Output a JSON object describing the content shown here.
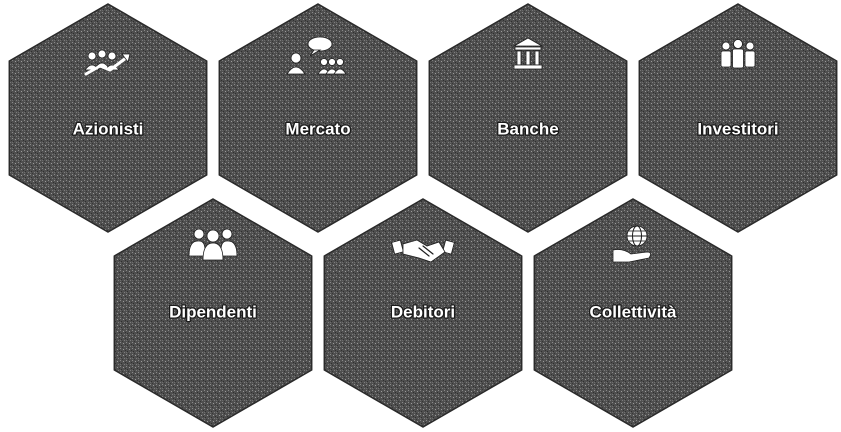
{
  "colors": {
    "hex_fill": "#555555",
    "hex_dark": "#3d3d3d",
    "label_text": "#ffffff",
    "background": "#ffffff"
  },
  "hexagons": [
    {
      "label": "Azionisti",
      "icon": "investors-growth-icon"
    },
    {
      "label": "Mercato",
      "icon": "market-discussion-icon"
    },
    {
      "label": "Banche",
      "icon": "bank-icon"
    },
    {
      "label": "Investitori",
      "icon": "investors-group-icon"
    },
    {
      "label": "Dipendenti",
      "icon": "employees-icon"
    },
    {
      "label": "Debitori",
      "icon": "handshake-icon"
    },
    {
      "label": "Collettività",
      "icon": "globe-in-hand-icon"
    }
  ]
}
